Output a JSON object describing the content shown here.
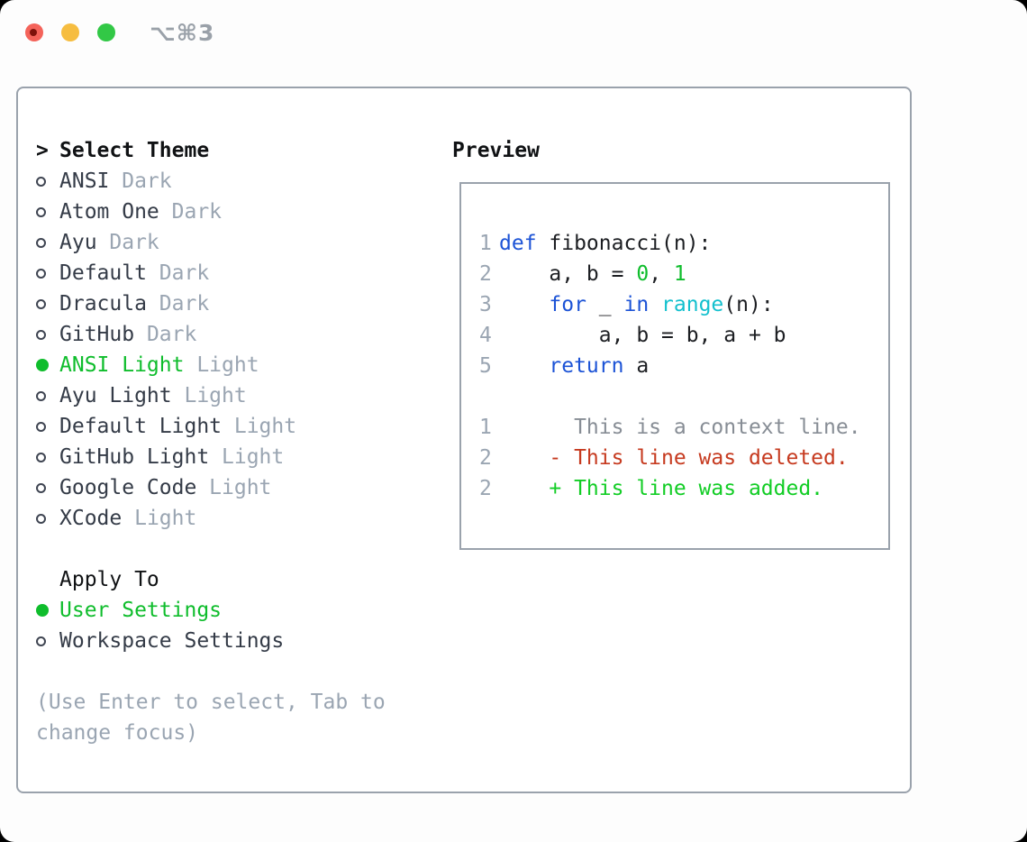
{
  "window": {
    "shortcut": "⌥⌘3",
    "controls": [
      "close",
      "minimize",
      "zoom"
    ]
  },
  "theme_selector": {
    "prompt": ">",
    "title": "Select Theme",
    "items": [
      {
        "label": "ANSI",
        "variant": "Dark",
        "selected": false
      },
      {
        "label": "Atom One",
        "variant": "Dark",
        "selected": false
      },
      {
        "label": "Ayu",
        "variant": "Dark",
        "selected": false
      },
      {
        "label": "Default",
        "variant": "Dark",
        "selected": false
      },
      {
        "label": "Dracula",
        "variant": "Dark",
        "selected": false
      },
      {
        "label": "GitHub",
        "variant": "Dark",
        "selected": false
      },
      {
        "label": "ANSI Light",
        "variant": "Light",
        "selected": true
      },
      {
        "label": "Ayu Light",
        "variant": "Light",
        "selected": false
      },
      {
        "label": "Default Light",
        "variant": "Light",
        "selected": false
      },
      {
        "label": "GitHub Light",
        "variant": "Light",
        "selected": false
      },
      {
        "label": "Google Code",
        "variant": "Light",
        "selected": false
      },
      {
        "label": "XCode",
        "variant": "Light",
        "selected": false
      }
    ]
  },
  "apply_to": {
    "title": "Apply To",
    "options": [
      {
        "label": "User Settings",
        "selected": true
      },
      {
        "label": "Workspace Settings",
        "selected": false
      }
    ]
  },
  "hint": {
    "text": "(Use Enter to select, Tab to change focus)"
  },
  "preview": {
    "title": "Preview",
    "lines": [
      {
        "num": "1",
        "tokens": [
          {
            "t": "def",
            "c": "kw"
          },
          {
            "t": " fibonacci(n):",
            "c": "pl"
          }
        ]
      },
      {
        "num": "2",
        "tokens": [
          {
            "t": "    a, b = ",
            "c": "pl"
          },
          {
            "t": "0",
            "c": "nm"
          },
          {
            "t": ", ",
            "c": "pl"
          },
          {
            "t": "1",
            "c": "nm"
          }
        ]
      },
      {
        "num": "3",
        "tokens": [
          {
            "t": "    ",
            "c": "pl"
          },
          {
            "t": "for",
            "c": "kw"
          },
          {
            "t": " _ ",
            "c": "pl"
          },
          {
            "t": "in",
            "c": "kw"
          },
          {
            "t": " ",
            "c": "pl"
          },
          {
            "t": "range",
            "c": "bi"
          },
          {
            "t": "(n):",
            "c": "pl"
          }
        ]
      },
      {
        "num": "4",
        "tokens": [
          {
            "t": "        a, b = b, a + b",
            "c": "pl"
          }
        ]
      },
      {
        "num": "5",
        "tokens": [
          {
            "t": "    ",
            "c": "pl"
          },
          {
            "t": "return",
            "c": "kw"
          },
          {
            "t": " a",
            "c": "pl"
          }
        ]
      },
      {
        "num": "",
        "tokens": []
      },
      {
        "num": "1",
        "tokens": [
          {
            "t": "      This is a context line.",
            "c": "ctx"
          }
        ]
      },
      {
        "num": "2",
        "tokens": [
          {
            "t": "    - This line was deleted.",
            "c": "del"
          }
        ]
      },
      {
        "num": "2",
        "tokens": [
          {
            "t": "    + This line was added.",
            "c": "add"
          }
        ]
      }
    ]
  },
  "colors": {
    "accent_green": "#0fbd2c",
    "added_green": "#12cd25",
    "deleted_red": "#c63a1f",
    "keyword_blue": "#1c53d6",
    "builtin_cyan": "#13c0ce",
    "context_gray": "#878d95",
    "muted_gray": "#9aa5b2",
    "text_dark": "#343b47",
    "heading_black": "#101214",
    "border_gray": "#9aa2ac",
    "light_red": "#f4635a",
    "light_yellow": "#f6bd40",
    "light_green": "#32c846"
  }
}
